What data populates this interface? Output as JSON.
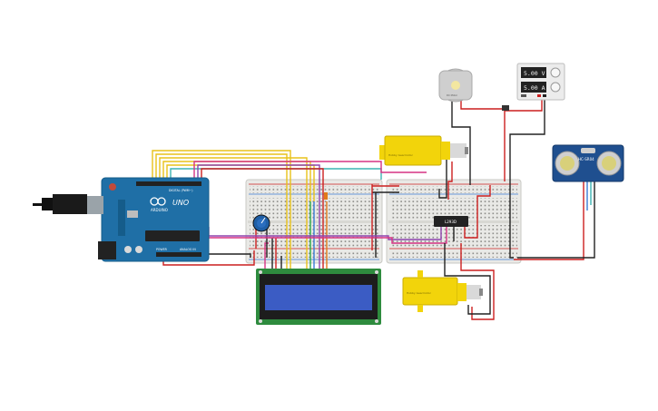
{
  "arduino": {
    "brand": "ARDUINO",
    "model": "UNO",
    "digital_label": "DIGITAL (PWM~)",
    "power_label": "POWER",
    "analog_label": "ANALOG IN"
  },
  "power_supply": {
    "voltage": "5.00 V",
    "current": "5.00 A"
  },
  "sensor": {
    "label": "HC-SR04"
  },
  "driver": {
    "label": "L293D"
  },
  "motor_top": {
    "label": "Hobby Gearmotor"
  },
  "motor_bottom": {
    "label": "Hobby Gearmotor"
  },
  "dc_motor": {
    "label": "DC Motor"
  },
  "colors": {
    "wire_red": "#cc1f1f",
    "wire_black": "#222222",
    "wire_yellow": "#e8c21a",
    "wire_green": "#2aa84a",
    "wire_blue": "#3a7bd5",
    "wire_purple": "#8e44ad",
    "wire_pink": "#d63384",
    "wire_teal": "#3bb3b3",
    "board_blue": "#1f6fa6",
    "lcd_green": "#2e8b3e",
    "lcd_screen": "#3b5cc4",
    "breadboard": "#e9e9e6",
    "gearmotor_yellow": "#f2d40b"
  }
}
